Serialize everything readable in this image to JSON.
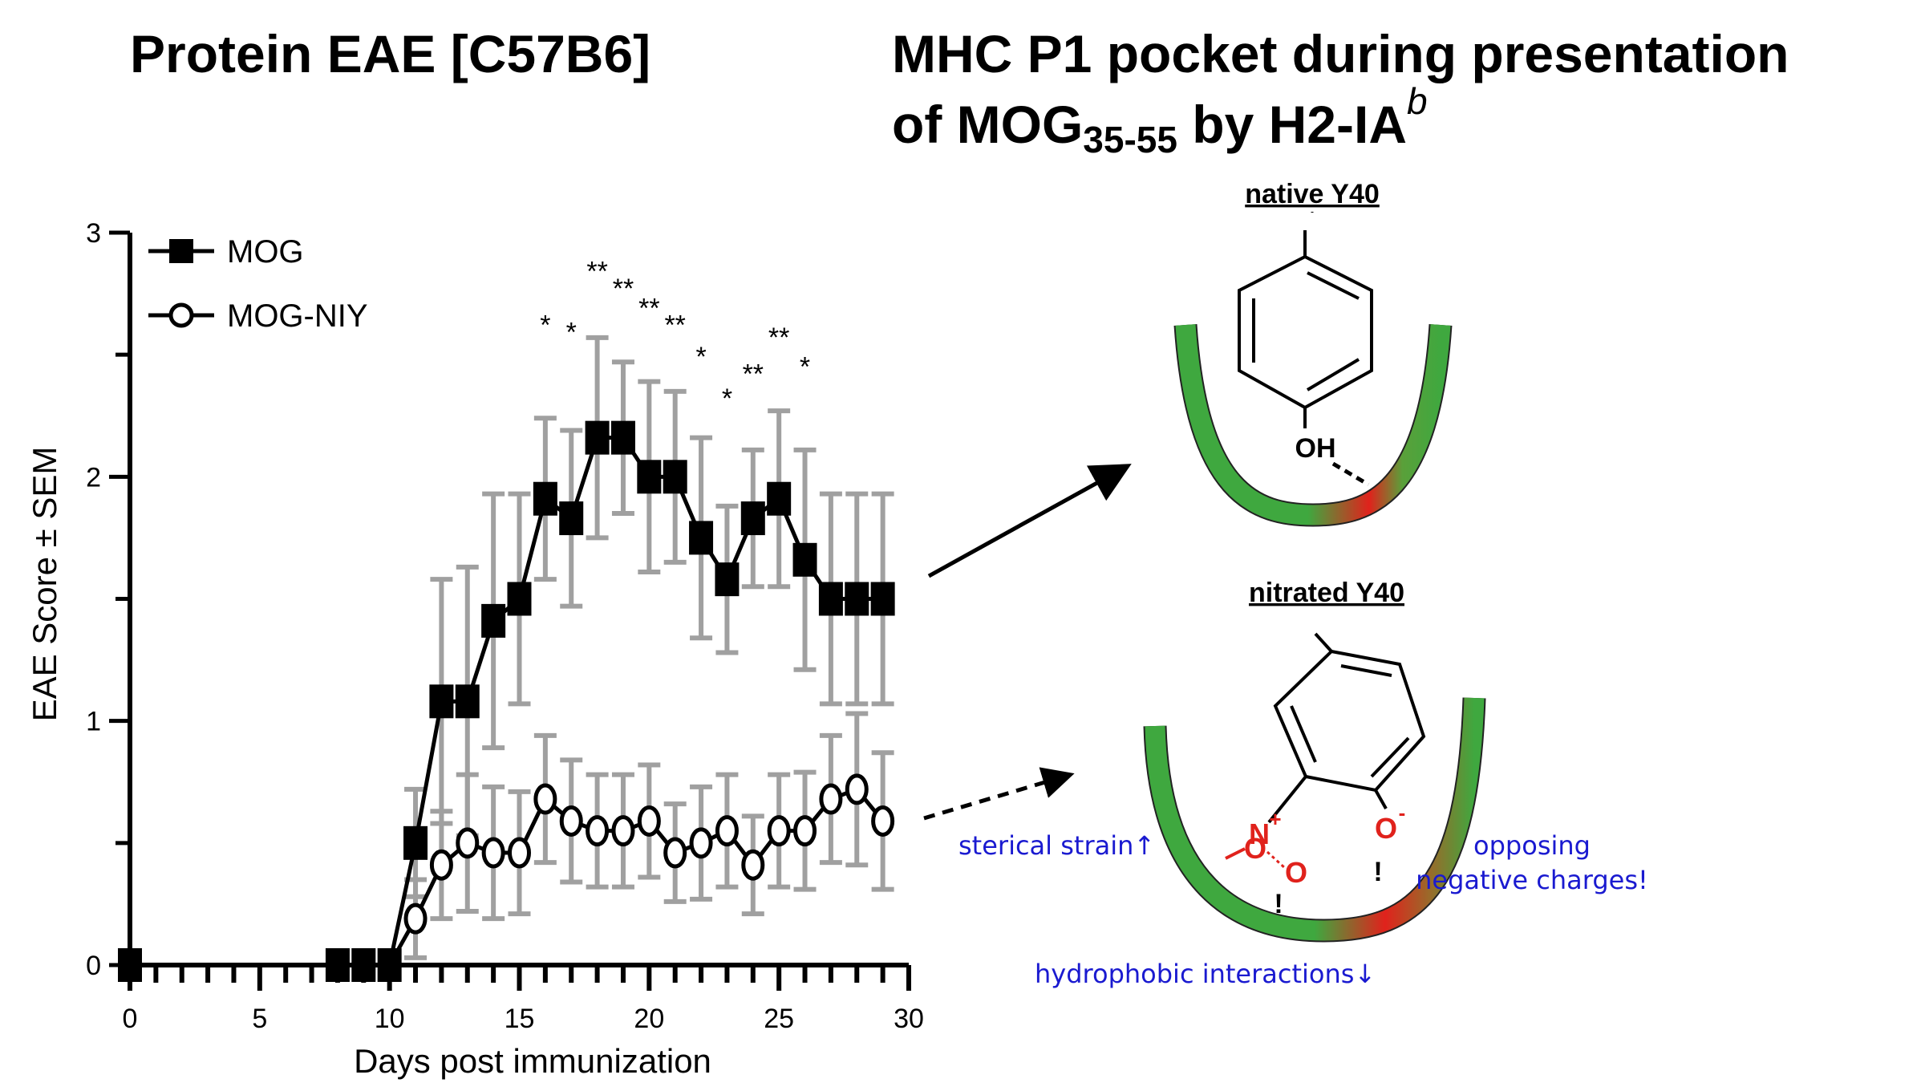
{
  "titles": {
    "left": "Protein EAE [C57B6]",
    "right_line1": "MHC P1 pocket during presentation",
    "right_line2_prefix": "of MOG",
    "right_line2_sub": "35-55",
    "right_line2_mid": " by H2-IA",
    "right_line2_sup": "b"
  },
  "chart_data": {
    "type": "line",
    "xlabel": "Days post immunization",
    "ylabel": "EAE Score ± SEM",
    "xlim": [
      0,
      30
    ],
    "ylim": [
      0,
      3
    ],
    "x_ticks": [
      "0",
      "5",
      "10",
      "15",
      "20",
      "25",
      "30"
    ],
    "y_ticks": [
      "0",
      "1",
      "2",
      "3"
    ],
    "legend_position": "top-left",
    "series": [
      {
        "name": "MOG",
        "marker": "filled-square",
        "color": "#000000",
        "x": [
          0,
          8,
          9,
          10,
          11,
          12,
          13,
          14,
          15,
          16,
          17,
          18,
          19,
          20,
          21,
          22,
          23,
          24,
          25,
          26,
          27,
          28,
          29
        ],
        "y": [
          0,
          0,
          0,
          0,
          0.5,
          1.08,
          1.08,
          1.41,
          1.5,
          1.91,
          1.83,
          2.16,
          2.16,
          2.0,
          2.0,
          1.75,
          1.58,
          1.83,
          1.91,
          1.66,
          1.5,
          1.5,
          1.5
        ],
        "sem": [
          0,
          0,
          0,
          0,
          0.22,
          0.5,
          0.55,
          0.52,
          0.43,
          0.33,
          0.36,
          0.41,
          0.31,
          0.39,
          0.35,
          0.41,
          0.3,
          0.28,
          0.36,
          0.45,
          0.43,
          0.43,
          0.43
        ]
      },
      {
        "name": "MOG-NIY",
        "marker": "open-circle",
        "color": "#000000",
        "x": [
          0,
          8,
          9,
          10,
          11,
          12,
          13,
          14,
          15,
          16,
          17,
          18,
          19,
          20,
          21,
          22,
          23,
          24,
          25,
          26,
          27,
          28,
          29
        ],
        "y": [
          0,
          0,
          0,
          0,
          0.19,
          0.41,
          0.5,
          0.46,
          0.46,
          0.68,
          0.59,
          0.55,
          0.55,
          0.59,
          0.46,
          0.5,
          0.55,
          0.41,
          0.55,
          0.55,
          0.68,
          0.72,
          0.59
        ],
        "sem": [
          0,
          0,
          0,
          0,
          0.16,
          0.22,
          0.28,
          0.27,
          0.25,
          0.26,
          0.25,
          0.23,
          0.23,
          0.23,
          0.2,
          0.23,
          0.23,
          0.2,
          0.23,
          0.24,
          0.26,
          0.31,
          0.28
        ]
      }
    ],
    "significance": [
      {
        "x": 16,
        "y": 2.63,
        "label": "*"
      },
      {
        "x": 17,
        "y": 2.6,
        "label": "*"
      },
      {
        "x": 18,
        "y": 2.85,
        "label": "**"
      },
      {
        "x": 19,
        "y": 2.78,
        "label": "**"
      },
      {
        "x": 20,
        "y": 2.7,
        "label": "**"
      },
      {
        "x": 21,
        "y": 2.63,
        "label": "**"
      },
      {
        "x": 22,
        "y": 2.5,
        "label": "*"
      },
      {
        "x": 23,
        "y": 2.33,
        "label": "*"
      },
      {
        "x": 24,
        "y": 2.43,
        "label": "**"
      },
      {
        "x": 25,
        "y": 2.58,
        "label": "**"
      },
      {
        "x": 26,
        "y": 2.46,
        "label": "*"
      }
    ]
  },
  "diagram": {
    "native_label": "native Y40",
    "native_group": "OH",
    "nitrated_label": "nitrated Y40",
    "nitro_o1": "O",
    "nitro_n": "N",
    "nitro_plus": "+",
    "nitro_o2": "O",
    "phenolate_o": "O",
    "phenolate_minus": "-",
    "exclaim": "!",
    "annot_steric": "sterical strain↑",
    "annot_opposing_1": "opposing",
    "annot_opposing_2": "negative charges!",
    "annot_hydrophobic": "hydrophobic interactions↓",
    "colors": {
      "pocket_green": "#3fa83f",
      "pocket_red": "#e0221c",
      "nitro_red": "#e0221c",
      "annotation_blue": "#1a1ad0"
    }
  }
}
